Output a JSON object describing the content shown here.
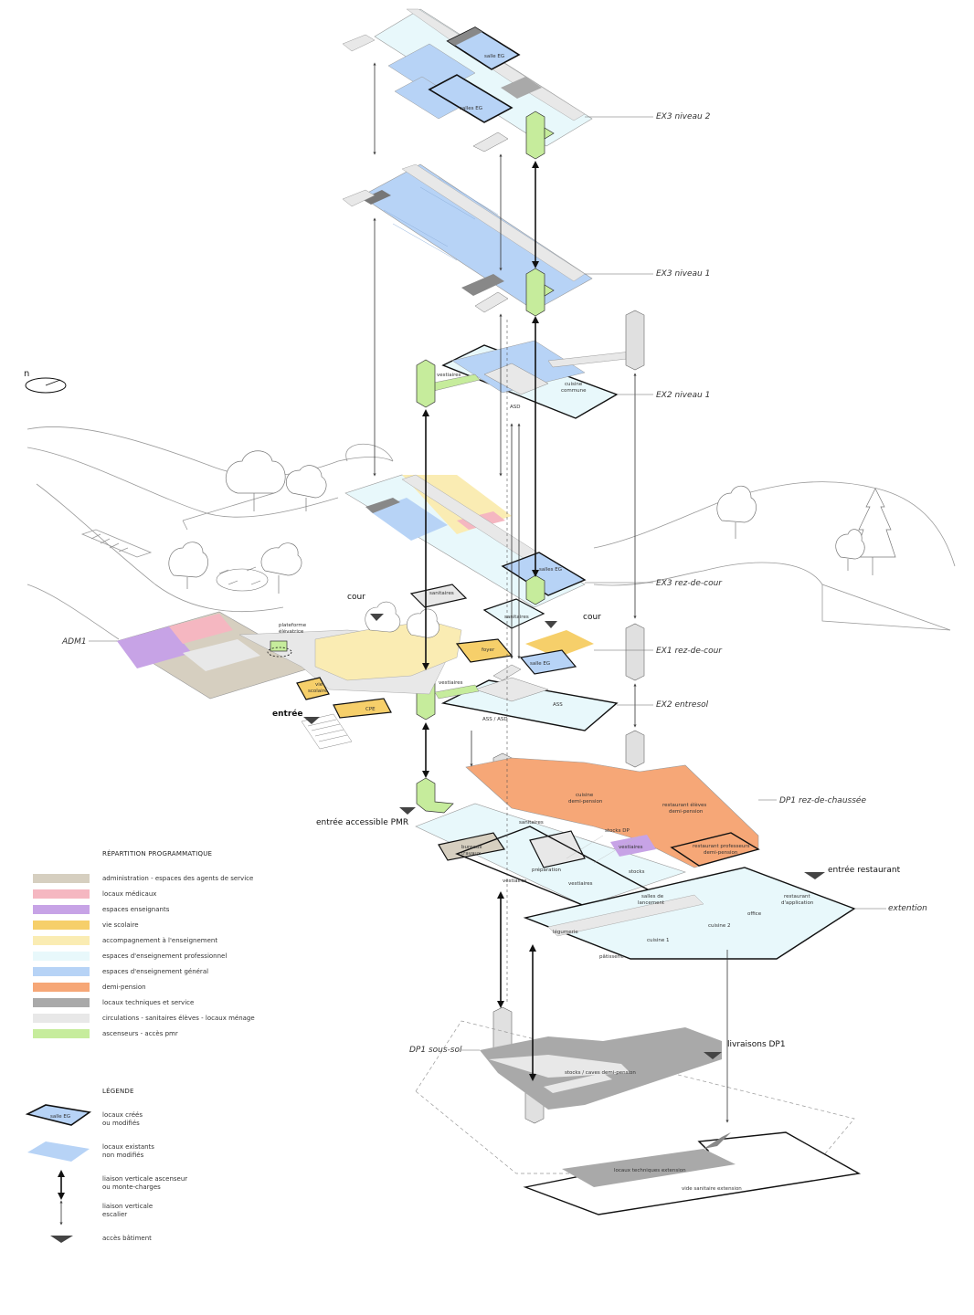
{
  "levels": {
    "ex3_n2": "EX3 niveau 2",
    "ex3_n1": "EX3 niveau 1",
    "ex2_n1": "EX2 niveau 1",
    "ex3_rdc": "EX3 rez-de-cour",
    "ex1_rdc": "EX1 rez-de-cour",
    "ex2_entresol": "EX2 entresol",
    "dp1_rdc": "DP1 rez-de-chaussée",
    "extention": "extention",
    "dp1_ss": "DP1 sous-sol",
    "adm1": "ADM1"
  },
  "labels": {
    "north": "n",
    "cour1": "cour",
    "cour2": "cour",
    "entree": "entrée",
    "entree_pmr": "entrée accessible PMR",
    "entree_restaurant": "entrée restaurant",
    "livraisons": "livraisons DP1"
  },
  "rooms": {
    "salle_eg_top": "salle EG",
    "salles_eg_top": "salles EG",
    "vestiaires_ex2": "vestiaires",
    "cuisine_commune_1": "cuisine",
    "cuisine_commune_2": "commune",
    "asd": "ASD",
    "sanitaires1": "sanitaires",
    "sanitaires2": "sanitaires",
    "salles_eg_rdc": "salles EG",
    "plateforme1": "plateforme",
    "plateforme2": "élévatrice",
    "foyer": "foyer",
    "salle_eg_ex1": "salle EG",
    "vie_scolaire1": "vie",
    "vie_scolaire2": "scolaire",
    "cpe": "CPE",
    "vestiaires_entresol": "vestiaires",
    "ass": "ASS",
    "ass_asd": "ASS / ASD",
    "cuisine_dp1": "cuisine",
    "cuisine_dp2": "demi-pension",
    "restaurant_eleves1": "restaurant élèves",
    "restaurant_eleves2": "demi-pension",
    "sanitaires_dp": "sanitaires",
    "stocks_dp": "stocks DP",
    "bureaux1": "bureaux",
    "bureaux2": "travaux",
    "vestiaires_dp": "vestiaires",
    "restaurant_prof1": "restaurant professeurs",
    "restaurant_prof2": "demi-pension",
    "preparation": "préparation",
    "stocks": "stocks",
    "vestiaires_a": "vestiaires",
    "vestiaires_b": "vestiaires",
    "salles_lancement1": "salles de",
    "salles_lancement2": "lancement",
    "restaurant_app1": "restaurant",
    "restaurant_app2": "d'application",
    "office": "office",
    "legumerie": "légumerie",
    "cuisine1": "cuisine 1",
    "cuisine2": "cuisine 2",
    "patisserie": "pâtisserie",
    "stocks_caves": "stocks / caves demi-pension",
    "locaux_tech_ext": "locaux techniques extension",
    "vide_sanitaire": "vide sanitaire extension"
  },
  "legend": {
    "title": "RÉPARTITION PROGRAMMATIQUE",
    "items": [
      {
        "label": "administration - espaces des agents de service",
        "color": "#d6cfc0"
      },
      {
        "label": "locaux médicaux",
        "color": "#f5b7c1"
      },
      {
        "label": "espaces enseignants",
        "color": "#c7a3e6"
      },
      {
        "label": "vie scolaire",
        "color": "#f6cf6a"
      },
      {
        "label": "accompagnement à l'enseignement",
        "color": "#faecb3"
      },
      {
        "label": "espaces d'enseignement professionnel",
        "color": "#e8f8fb"
      },
      {
        "label": "espaces d'enseignement général",
        "color": "#b7d3f6"
      },
      {
        "label": "demi-pension",
        "color": "#f6a777"
      },
      {
        "label": "locaux techniques et service",
        "color": "#a9a9a9"
      },
      {
        "label": "circulations - sanitaires élèves - locaux ménage",
        "color": "#e8e8e8"
      },
      {
        "label": "ascenseurs - accès pmr",
        "color": "#c6ec9c"
      }
    ]
  },
  "legend2": {
    "title": "LÉGENDE",
    "swatch_label": "salle EG",
    "created1": "locaux créés",
    "created2": "ou modifiés",
    "existing1": "locaux existants",
    "existing2": "non modifiés",
    "lift1": "liaison verticale ascenseur",
    "lift2": "ou monte-charges",
    "stair1": "liaison verticale",
    "stair2": "escalier",
    "access": "accès bâtiment"
  },
  "colors": {
    "admin": "#d6cfc0",
    "medical": "#f5b7c1",
    "teachers": "#c7a3e6",
    "vie": "#f6cf6a",
    "accomp": "#faecb3",
    "pro": "#e8f8fb",
    "general": "#b7d3f6",
    "dp": "#f6a777",
    "tech": "#a9a9a9",
    "circ": "#e8e8e8",
    "lift": "#c6ec9c"
  }
}
